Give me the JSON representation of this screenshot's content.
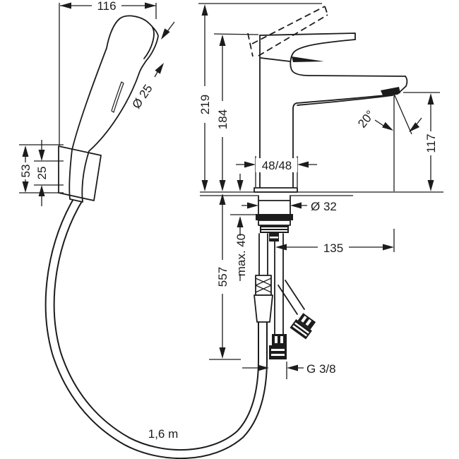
{
  "colors": {
    "ink": "#1c1c1c",
    "background": "#ffffff"
  },
  "dimensions": {
    "head_width": {
      "value": "116"
    },
    "head_diameter": {
      "value": "Ø 25"
    },
    "holder_height": {
      "value": "53"
    },
    "holder_inset": {
      "value": "25"
    },
    "total_height": {
      "value": "219"
    },
    "spout_height": {
      "value": "184"
    },
    "base_size": {
      "value": "48/48"
    },
    "spray_angle": {
      "value": "20°"
    },
    "spout_to_deck": {
      "value": "117"
    },
    "hole_diameter": {
      "value": "Ø 32"
    },
    "spout_reach": {
      "value": "135"
    },
    "max_deck_thickness": {
      "value": "max. 40"
    },
    "below_deck_drop": {
      "value": "557"
    },
    "supply_thread": {
      "value": "G 3/8"
    },
    "hose_length": {
      "value": "1,6 m"
    }
  }
}
